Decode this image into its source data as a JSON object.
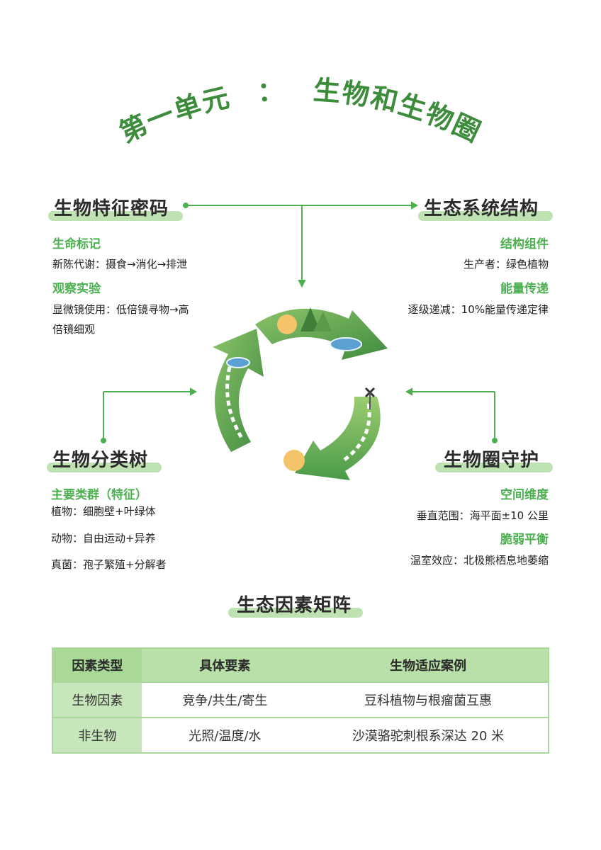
{
  "page_title": {
    "left": "第一单元",
    "colon": "：",
    "right": "生物和生物圈"
  },
  "sections": {
    "traits": {
      "heading": "生物特征密码",
      "sub1": "生命标记",
      "text1": "新陈代谢：摄食→消化→排泄",
      "sub2": "观察实验",
      "text2_line1": "显微镜使用：低倍镜寻物→高",
      "text2_line2": "倍镜细观"
    },
    "ecosystem": {
      "heading": "生态系统结构",
      "sub1": "结构组件",
      "text1": "生产者：绿色植物",
      "sub2": "能量传递",
      "text2": "逐级递减：10%能量传递定律"
    },
    "classification": {
      "heading": "生物分类树",
      "sub1": "主要类群（特征）",
      "text1": "植物：细胞壁+叶绿体",
      "text2": "动物：自由运动+异养",
      "text3": "真菌：孢子繁殖+分解者"
    },
    "protection": {
      "heading": "生物圈守护",
      "sub1": "空间维度",
      "text1": "垂直范围：海平面±10 公里",
      "sub2": "脆弱平衡",
      "text2": "温室效应：北极熊栖息地萎缩"
    }
  },
  "matrix": {
    "heading": "生态因素矩阵",
    "headers": [
      "因素类型",
      "具体要素",
      "生物适应案例"
    ],
    "rows": [
      [
        "生物因素",
        "竞争/共生/寄生",
        "豆科植物与根瘤菌互惠"
      ],
      [
        "非生物",
        "光照/温度/水",
        "沙漠骆驼刺根系深达 20 米"
      ]
    ]
  },
  "colors": {
    "title_green": "#3c8c3c",
    "accent_green": "#4caf50",
    "highlight": "#bfe2b3",
    "table_header": "#b8e0a8"
  },
  "illustration": "cycle-arrows-icon"
}
